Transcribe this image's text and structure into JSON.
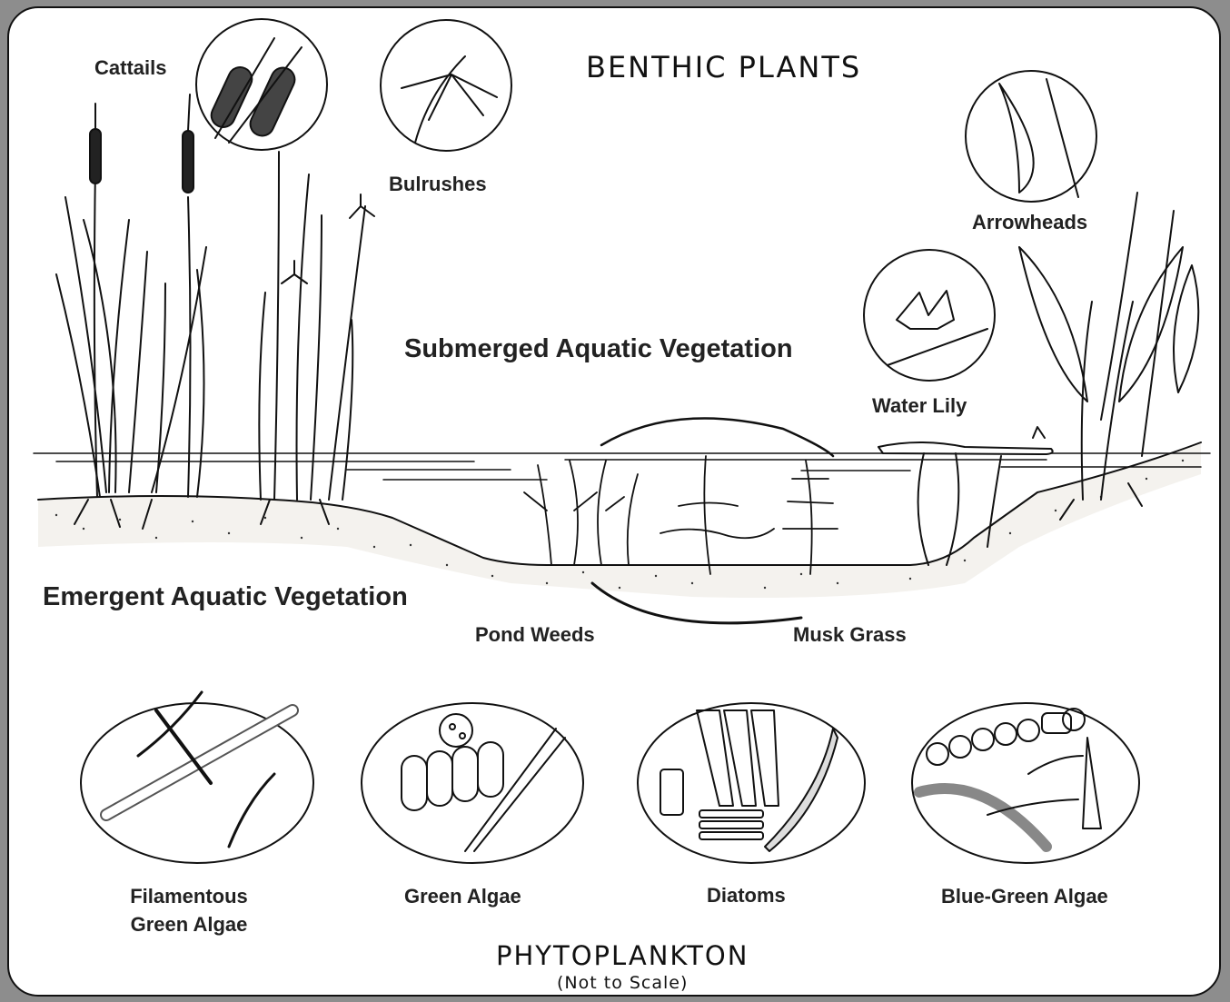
{
  "headings": {
    "benthic": "BENTHIC PLANTS",
    "phytoplankton": "PHYTOPLANKTON",
    "not_to_scale": "(Not to Scale)"
  },
  "zones": {
    "submerged": "Submerged Aquatic Vegetation",
    "emergent": "Emergent Aquatic Vegetation"
  },
  "plants": {
    "cattails": "Cattails",
    "bulrushes": "Bulrushes",
    "arrowheads": "Arrowheads",
    "water_lily": "Water Lily",
    "pond_weeds": "Pond Weeds",
    "musk_grass": "Musk Grass"
  },
  "phyto": {
    "filamentous_line1": "Filamentous",
    "filamentous_line2": "Green Algae",
    "green_algae": "Green Algae",
    "diatoms": "Diatoms",
    "blue_green": "Blue-Green Algae"
  }
}
